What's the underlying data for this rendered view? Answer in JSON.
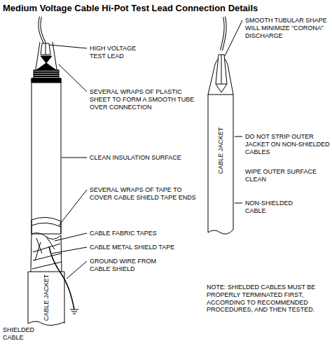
{
  "diagram": {
    "title": "Medium Voltage Cable Hi-Pot Test Lead Connection Details",
    "labels": [
      "HIGH VOLTAGE TEST LEAD",
      "SEVERAL WRAPS OF PLASTIC SHEET TO FORM A SMOOTH TUBE OVER CONNECTION",
      "CLEAN INSULATION SURFACE",
      "SEVERAL WRAPS OF TAPE TO COVER CABLE SHIELD TAPE ENDS",
      "CABLE FABRIC TAPES",
      "CABLE METAL SHIELD TAPE",
      "GROUND WIRE FROM CABLE SHIELD",
      "CABLE JACKET",
      "SHIELDED CABLE",
      "SMOOTH TUBULAR SHAPE WILL MINIMIZE \"CORONA\" DISCHARGE",
      "CABLE JACKET",
      "DO NOT STRIP OUTER JACKET ON NON-SHIELDED CABLES",
      "WIPE OUTER SURFACE CLEAN",
      "NON-SHIELDED CABLE",
      "NOTE: SHIELDED CABLES MUST BE PROPERLY TERMINATED FIRST, ACCORDING TO RECOMMENDED PROCEDURES, AND THEN TESTED."
    ]
  }
}
